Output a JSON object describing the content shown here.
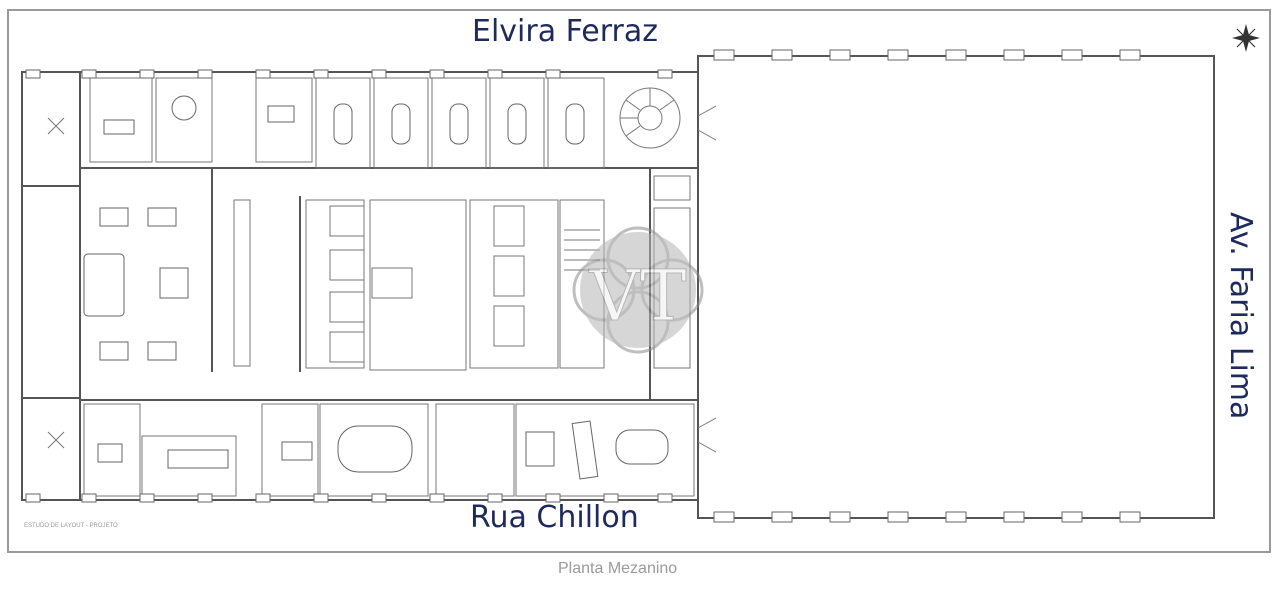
{
  "streets": {
    "top": "Elvira Ferraz",
    "bottom": "Rua Chillon",
    "right": "Av. Faria Lima"
  },
  "caption": "Planta Mezanino",
  "drawing_note": "ESTUDO DE LAYOUT - PROJETO",
  "watermark_logo": "VT",
  "icons": [
    "north-arrow-icon",
    "watermark-logo-icon"
  ],
  "colors": {
    "street_label": "#1f2a5c",
    "wall": "#555555",
    "caption": "#9a9a9a",
    "watermark": "#8a8a8a"
  }
}
